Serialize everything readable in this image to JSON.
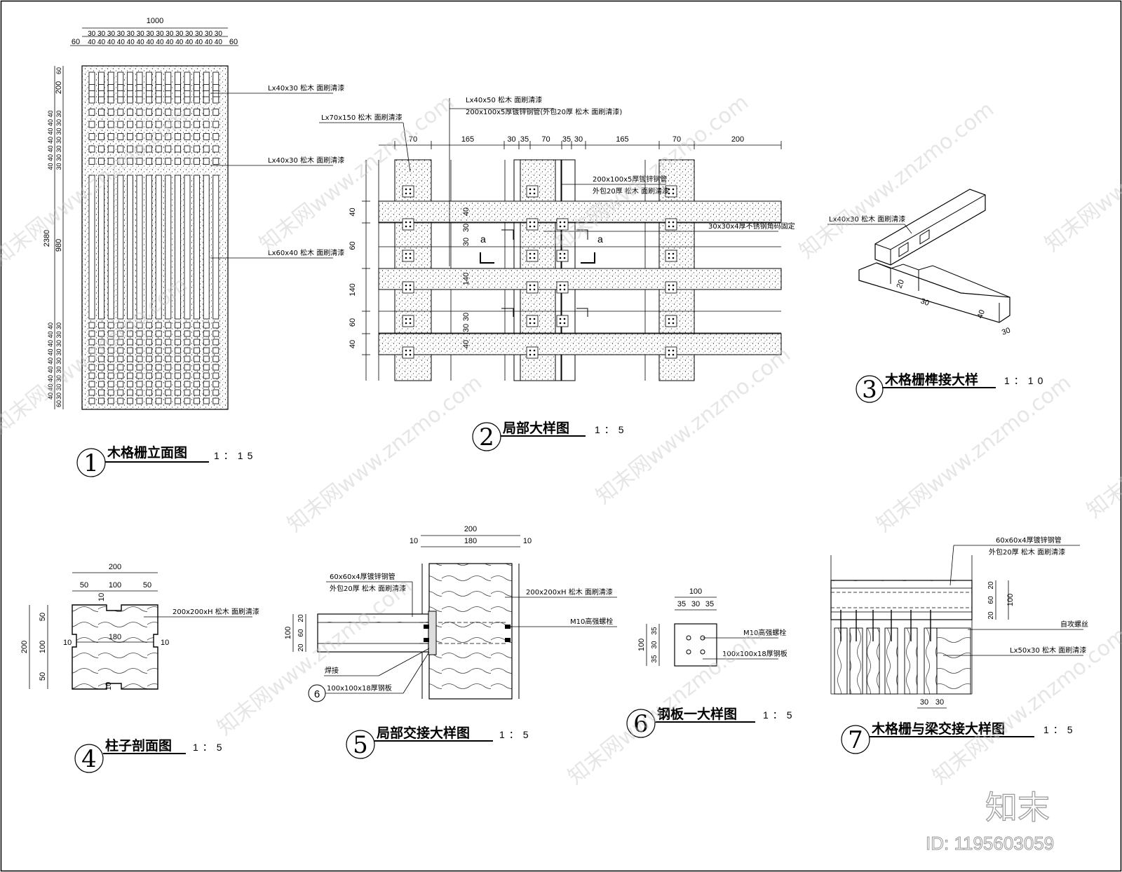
{
  "drawings": {
    "d1": {
      "number": "1",
      "title": "木格栅立面图",
      "scale": "1：15",
      "dim_total_width": "1000",
      "dim_top_row1": "30 30 30 30 30 30 30 30 30 30 30 30 30 30",
      "dim_top_row2": "40 40 40 40 40 40 40 40 40 40 40 40 40 40",
      "dim_side_left": "60",
      "dim_side_right": "60",
      "dim_height_total": "2380",
      "dim_height_mid": "980",
      "dim_v_200": "200",
      "dim_v_60_top": "60",
      "dim_v_60_bot": "60",
      "dim_v_stack_top": "40 40 40 40 40 40 40",
      "dim_v_stack_top2": "30 30 30 30 30 30 30",
      "dim_v_stack_bot": "40 40 40 40 40 40 40 40 40",
      "dim_v_stack_bot2": "30 30 30 30 30 30 30 30 30",
      "callout1": "Lx40x30  松木  面刷清漆",
      "callout2": "Lx40x30  松木  面刷清漆",
      "callout3": "Lx60x40  松木  面刷清漆"
    },
    "d2": {
      "number": "2",
      "title": "局部大样图",
      "scale": "1：5",
      "callout_a": "Lx40x50  松木  面刷清漆",
      "callout_b": "200x100x5厚镀锌钢管(外包20厚  松木  面刷清漆)",
      "callout_c": "Lx70x150  松木  面刷清漆",
      "callout_d1": "200x100x5厚镀锌钢管",
      "callout_d2": "外包20厚  松木  面刷清漆",
      "callout_e": "30x30x4厚不锈钢角码固定",
      "dims_top": [
        "70",
        "165",
        "30",
        "35",
        "70",
        "35",
        "30",
        "165",
        "70",
        "200"
      ],
      "dims_left": [
        "40",
        "60",
        "140",
        "60",
        "40"
      ],
      "dims_inner": [
        "40",
        "30",
        "30",
        "140",
        "30",
        "30",
        "40"
      ],
      "section_mark": "a"
    },
    "d3": {
      "number": "3",
      "title": "木格栅榫接大样",
      "scale": "1：10",
      "callout": "Lx40x30  松木  面刷清漆",
      "dims": [
        "20",
        "30",
        "40",
        "30"
      ]
    },
    "d4": {
      "number": "4",
      "title": "柱子剖面图",
      "scale": "1：5",
      "dim_width": "200",
      "dims_top": [
        "50",
        "100",
        "50"
      ],
      "dim_height": "200",
      "dims_left": [
        "50",
        "100",
        "50"
      ],
      "dim_10a": "10",
      "dim_10b": "10",
      "dim_10c": "10",
      "dim_10d": "10",
      "dim_180": "180",
      "callout": "200x200xH  松木  面刷清漆"
    },
    "d5": {
      "number": "5",
      "title": "局部交接大样图",
      "scale": "1：5",
      "dim_width": "200",
      "dim_inner": "180",
      "dim_10l": "10",
      "dim_10r": "10",
      "callout_tube1": "60x60x4厚镀锌钢管",
      "callout_tube2": "外包20厚  松木  面刷清漆",
      "callout_post": "200x200xH  松木  面刷清漆",
      "callout_bolt": "M10高强螺栓",
      "callout_weld": "焊接",
      "callout_plate": "100x100x18厚钢板",
      "ref_mark": "6",
      "dims_left": [
        "100",
        "20",
        "60",
        "20"
      ]
    },
    "d6": {
      "number": "6",
      "title": "钢板一大样图",
      "scale": "1：5",
      "dim_width": "100",
      "dims_top": [
        "35",
        "30",
        "35"
      ],
      "dim_height": "100",
      "dims_left": [
        "35",
        "30",
        "35"
      ],
      "callout_bolt": "M10高强螺栓",
      "callout_plate": "100x100x18厚钢板"
    },
    "d7": {
      "number": "7",
      "title": "木格栅与梁交接大样图",
      "scale": "1：5",
      "callout_tube1": "60x60x4厚镀锌钢管",
      "callout_tube2": "外包20厚  松木  面刷清漆",
      "callout_screw": "自攻螺丝",
      "callout_slat": "Lx50x30  松木  面刷清漆",
      "dims_right": [
        "20",
        "60",
        "20"
      ],
      "dim_100": "100",
      "dims_bottom": [
        "30",
        "30"
      ]
    }
  },
  "watermark": {
    "text": "知末网www.znzmo.com",
    "brand": "知末",
    "id": "ID: 1195603059"
  }
}
